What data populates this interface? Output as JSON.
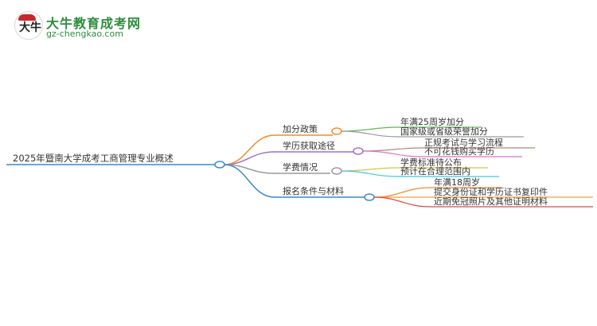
{
  "logo": {
    "title": "大牛教育成考网",
    "url": "gz-chengkao.com",
    "badge_glyph": "大牛",
    "brand_color": "#2d8c3c"
  },
  "root": {
    "label": "2025年暨南大学成考工商管理专业概述",
    "color": "#3a8ac4"
  },
  "branches": [
    {
      "label": "加分政策",
      "color": "#f08c2c",
      "children": [
        {
          "label": "年满25周岁加分",
          "color": "#5cb85c"
        },
        {
          "label": "国家级或省级荣誉加分",
          "color": "#9a9a9a"
        }
      ]
    },
    {
      "label": "学历获取途径",
      "color": "#a070c8",
      "children": [
        {
          "label": "正规考试与学习流程",
          "color": "#b08878"
        },
        {
          "label": "不可花钱购买学历",
          "color": "#e070c8"
        }
      ]
    },
    {
      "label": "学费情况",
      "color": "#9a9a9a",
      "children": [
        {
          "label": "学费标准待公布",
          "color": "#c8c850"
        },
        {
          "label": "预计在合理范围内",
          "color": "#40c8d8"
        }
      ]
    },
    {
      "label": "报名条件与材料",
      "color": "#3a8ac4",
      "children": [
        {
          "label": "年满18周岁",
          "color": "#f08c2c"
        },
        {
          "label": "提交身份证和学历证书复印件",
          "color": "#f0a040"
        },
        {
          "label": "近期免冠照片及其他证明材料",
          "color": "#e04848"
        }
      ]
    }
  ]
}
